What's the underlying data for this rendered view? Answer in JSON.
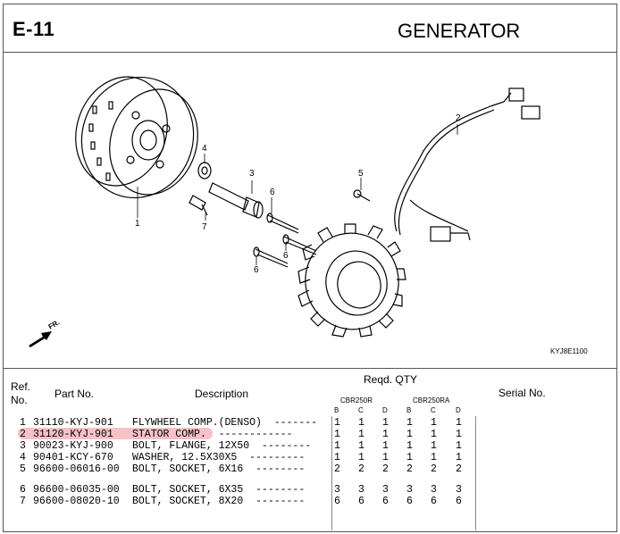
{
  "header": {
    "code": "E-11",
    "title": "GENERATOR"
  },
  "diagram": {
    "figure_label": "KYJ8E1100",
    "fr_label": "FR.",
    "callouts": [
      "1",
      "2",
      "3",
      "4",
      "5",
      "6",
      "6",
      "6",
      "7"
    ]
  },
  "table": {
    "ref_label": "Ref.",
    "no_label": "No.",
    "part_label": "Part No.",
    "desc_label": "Description",
    "qty_label": "Reqd. QTY",
    "serial_label": "Serial No.",
    "model_1": "CBR250R",
    "model_2": "CBR250RA",
    "sub_cols": [
      "B",
      "C",
      "D",
      "B",
      "C",
      "D"
    ],
    "rows": [
      {
        "ref": "1",
        "part": "31110-KYJ-901",
        "desc": "FLYWHEEL COMP.(DENSO)  -------",
        "qty": [
          "1",
          "1",
          "1",
          "1",
          "1",
          "1"
        ]
      },
      {
        "ref": "2",
        "part": "31120-KYJ-901",
        "desc": "STATOR COMP.  ------------",
        "qty": [
          "1",
          "1",
          "1",
          "1",
          "1",
          "1"
        ]
      },
      {
        "ref": "3",
        "part": "90023-KYJ-900",
        "desc": "BOLT, FLANGE, 12X50  --------",
        "qty": [
          "1",
          "1",
          "1",
          "1",
          "1",
          "1"
        ]
      },
      {
        "ref": "4",
        "part": "90401-KCY-670",
        "desc": "WASHER, 12.5X30X5  ---------",
        "qty": [
          "1",
          "1",
          "1",
          "1",
          "1",
          "1"
        ]
      },
      {
        "ref": "5",
        "part": "96600-06016-00",
        "desc": "BOLT, SOCKET, 6X16  --------",
        "qty": [
          "2",
          "2",
          "2",
          "2",
          "2",
          "2"
        ]
      },
      {
        "ref": "6",
        "part": "96600-06035-00",
        "desc": "BOLT, SOCKET, 6X35  --------",
        "qty": [
          "3",
          "3",
          "3",
          "3",
          "3",
          "3"
        ]
      },
      {
        "ref": "7",
        "part": "96600-08020-10",
        "desc": "BOLT, SOCKET, 8X20  --------",
        "qty": [
          "6",
          "6",
          "6",
          "6",
          "6",
          "6"
        ]
      }
    ]
  }
}
